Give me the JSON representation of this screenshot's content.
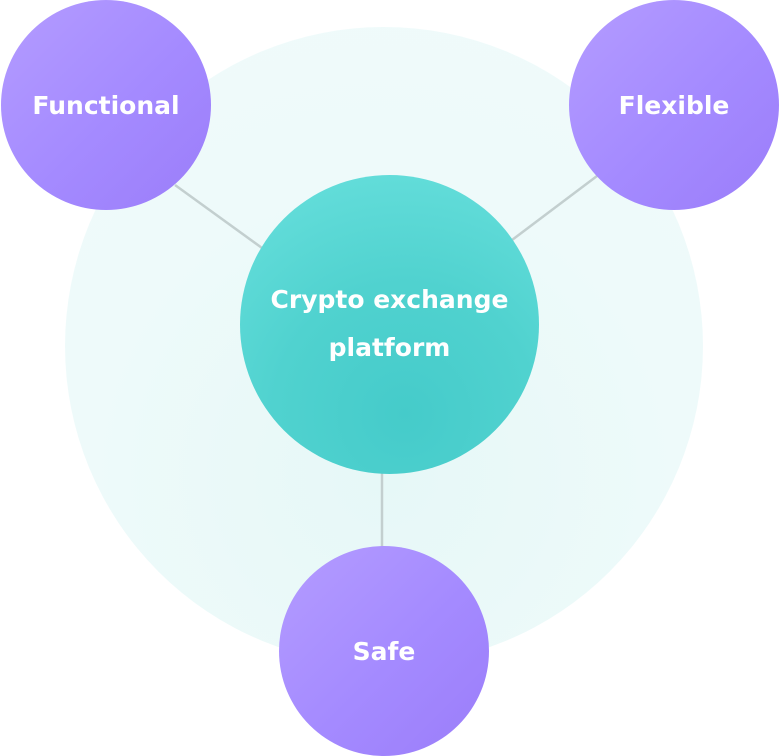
{
  "diagram": {
    "center": {
      "label": "Crypto exchange platform"
    },
    "satellites": [
      {
        "id": "functional",
        "label": "Functional"
      },
      {
        "id": "flexible",
        "label": "Flexible"
      },
      {
        "id": "safe",
        "label": "Safe"
      }
    ]
  },
  "colors": {
    "satellite": "#a48aff",
    "center": "#50d2cf",
    "background_circle": "#eefafa",
    "connector": "#c3cfcf"
  }
}
